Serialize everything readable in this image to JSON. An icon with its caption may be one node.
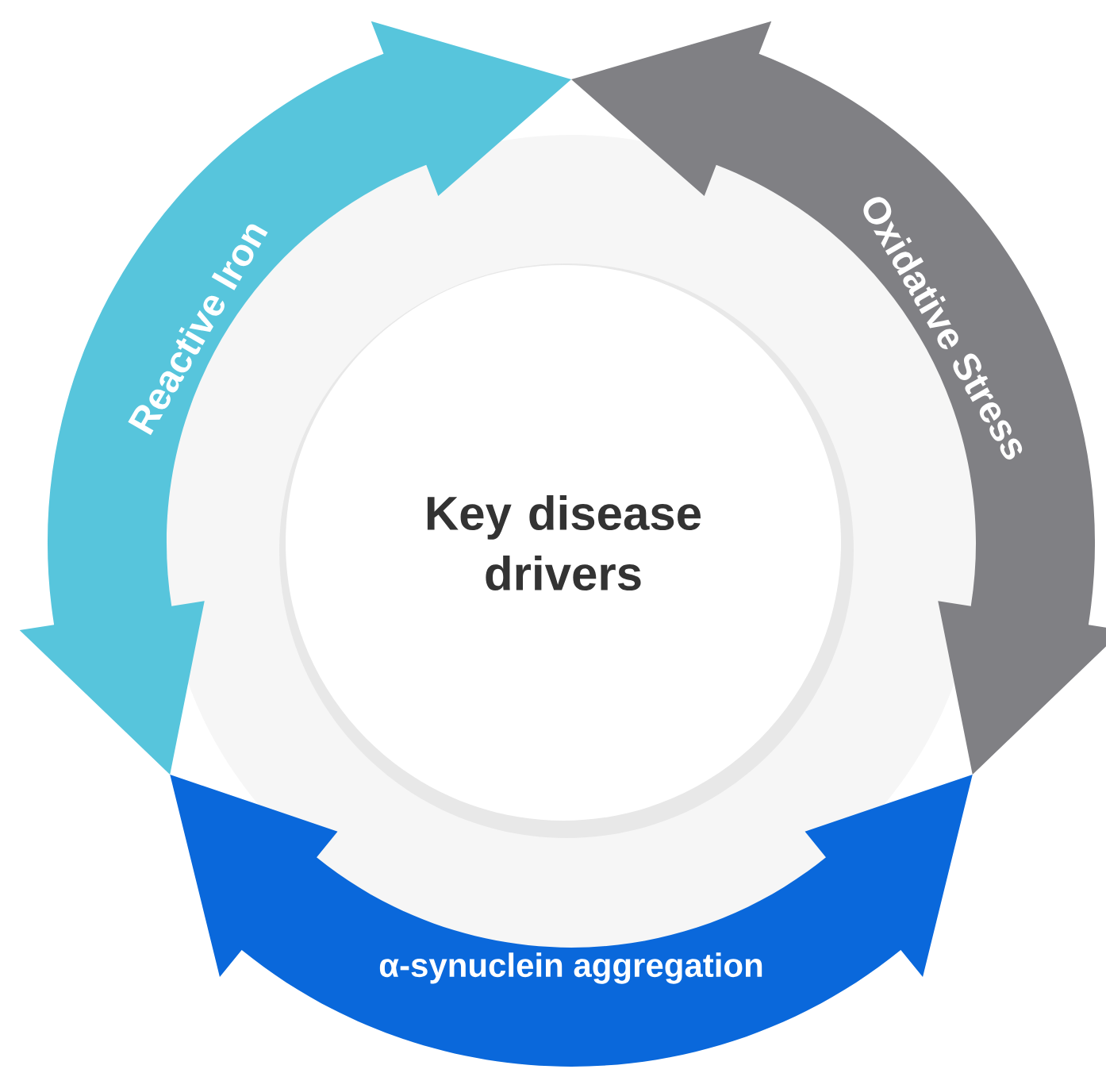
{
  "diagram": {
    "nodes": [
      {
        "text": [
          "Key disease drivers"
        ]
      },
      {
        "text": [
          "Reactive Iron"
        ]
      },
      {
        "text": [
          "Oxidative Stress"
        ]
      },
      {
        "text": [
          "α-synuclein aggregation"
        ]
      }
    ]
  }
}
